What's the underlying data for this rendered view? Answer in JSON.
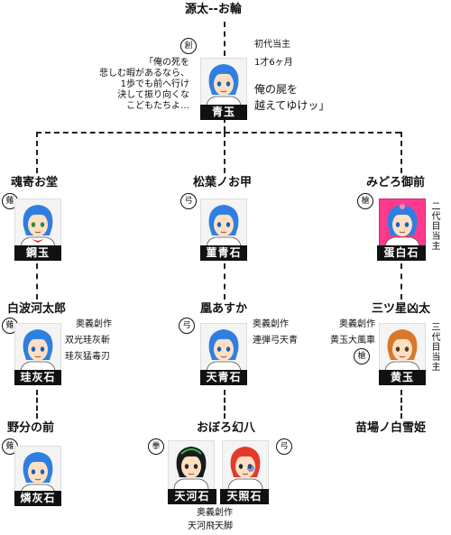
{
  "root": {
    "father": "源太",
    "connector": "--",
    "mother": "お輪"
  },
  "founder": {
    "badge": "創",
    "title_note": "初代当主",
    "age_note": "1才6ヶ月",
    "quote_left": [
      "「俺の死を",
      "悲しむ暇があるなら、",
      "1歩でも前へ行け",
      "決して振り向くな",
      "こどもたちよ…"
    ],
    "quote_right": [
      "俺の屍を",
      "越えてゆけッ」"
    ],
    "name": "青玉"
  },
  "gen2": [
    {
      "header": "魂寄お堂",
      "badge": "薙",
      "name": "鋼玉"
    },
    {
      "header": "松葉ノお甲",
      "badge": "弓",
      "name": "菫青石"
    },
    {
      "header": "みどろ御前",
      "badge": "槍",
      "name": "蛋白石",
      "vertical_note": "二代目当主"
    }
  ],
  "gen3": [
    {
      "header": "白波河太郎",
      "badge": "薙",
      "name": "珪灰石",
      "notes": [
        "奥義創作",
        "双光珪灰斬",
        "珪灰猛毒刃"
      ]
    },
    {
      "header": "凰あすか",
      "badge": "弓",
      "name": "天青石",
      "notes": [
        "奥義創作",
        "連弾弓天青"
      ]
    },
    {
      "header": "三ツ星凶太",
      "badge": "槍",
      "name": "黄玉",
      "notes": [
        "奥義創作",
        "黄玉大風車"
      ],
      "vertical_note": "三代目当主"
    }
  ],
  "gen4": [
    {
      "header": "野分の前",
      "badge": "薙",
      "name": "燐灰石"
    },
    {
      "header": "おぼろ幻八",
      "badge_left": "拳",
      "badge_right": "弓",
      "names": [
        "天河石",
        "天照石"
      ],
      "notes": [
        "奥義創作",
        "天河飛天脚"
      ]
    },
    {
      "header": "苗場ノ白雪姫"
    }
  ],
  "colors": {
    "hair_blue": "#2f7fe0",
    "hair_black": "#1a1a1a",
    "hair_red": "#e23b2b",
    "hair_orange": "#d9782a",
    "pink_bg": "#ff3a8c"
  }
}
